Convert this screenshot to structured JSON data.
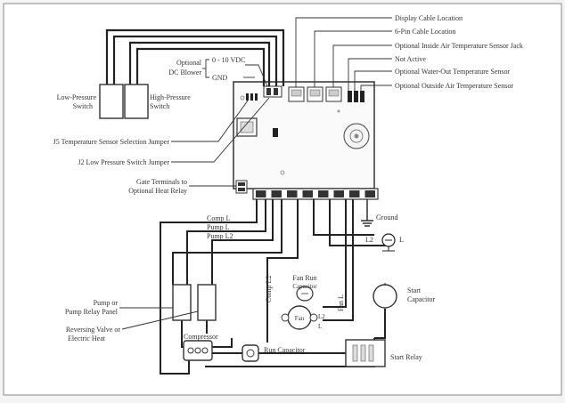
{
  "labels": {
    "display_cable": "Display Cable Location",
    "pin_cable": "6-Pin Cable Location",
    "optional_inside_air": "Optional Inside Air Temperature Sensor Jack",
    "not_active": "Not Active",
    "optional_water_out": "Optional Water-Out Temperature Sensor",
    "optional_outside_air": "Optional Outside Air Temperature Sensor",
    "optional_dc_1": "Optional",
    "optional_dc_2": "DC Blower",
    "vdc": "0 - 10 VDC",
    "gnd": "GND",
    "low_pressure_1": "Low-Pressure",
    "low_pressure_2": "Switch",
    "high_pressure_1": "High-Pressure",
    "high_pressure_2": "Switch",
    "j5_jumper": "J5 Temperature Sensor Selection Jumper",
    "j2_jumper": "J2 Low Pressure Switch Jumper",
    "gate_1": "Gate Terminals to",
    "gate_2": "Optional Heat Relay",
    "ground": "Ground",
    "comp_l": "Comp L",
    "pump_l": "Pump L",
    "pump_l2": "Pump L2",
    "l2": "L2",
    "l": "L",
    "comp_l2": "Comp L2",
    "fan_run_cap_1": "Fan Run",
    "fan_run_cap_2": "Capacitor",
    "fan_l": "Fan L",
    "fan": "Fan",
    "fan_l2": "L2",
    "fan_l1": "L",
    "start_cap_1": "Start",
    "start_cap_2": "Capacitor",
    "pump_relay_1": "Pump or",
    "pump_relay_2": "Pump Relay Panel",
    "reversing_1": "Reversing Valve or",
    "reversing_2": "Electric Heat",
    "compressor": "Compressor",
    "run_capacitor": "Run Capacitor",
    "start_relay": "Start Relay"
  }
}
